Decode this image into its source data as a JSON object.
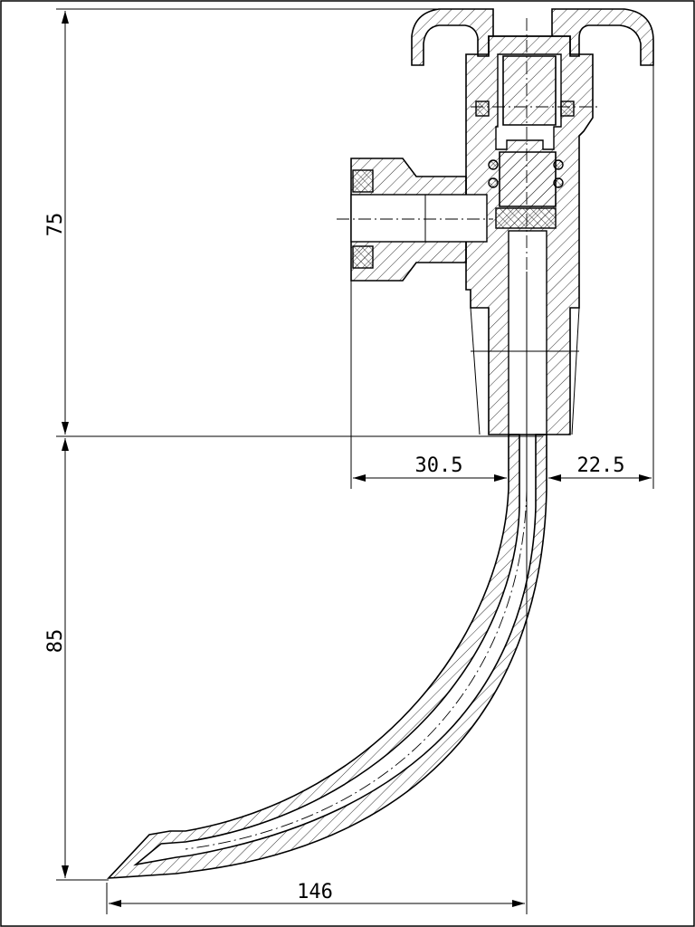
{
  "dimensions": {
    "upper_height": "75",
    "lower_height": "85",
    "left_offset": "30.5",
    "right_offset": "22.5",
    "total_width": "146"
  }
}
